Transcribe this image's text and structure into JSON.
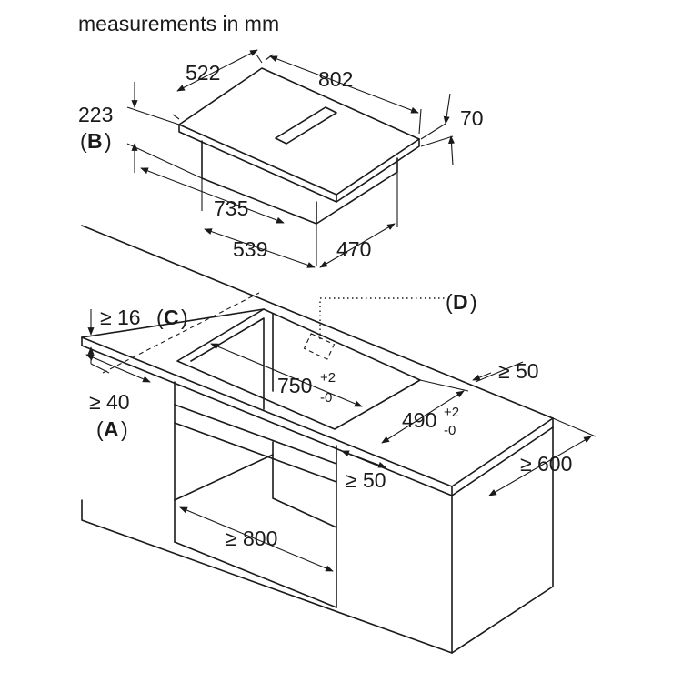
{
  "title": "measurements in mm",
  "hob": {
    "depth": "522",
    "width": "802",
    "height_total": "223",
    "height_total_ref": "B",
    "glass_thickness": "70",
    "housing_width": "735",
    "housing_depth_front": "539",
    "housing_depth_side": "470"
  },
  "cutout": {
    "min_front_edge": "≥ 16",
    "min_front_edge_ref": "C",
    "min_worktop_front": "≥ 40",
    "min_worktop_front_ref": "A",
    "cutout_width": "750",
    "cutout_width_tol_plus": "+2",
    "cutout_width_tol_minus": "-0",
    "cutout_depth": "490",
    "cutout_depth_tol_plus": "+2",
    "cutout_depth_tol_minus": "-0",
    "min_rear_distance": "≥ 50",
    "min_worktop_depth": "≥ 600",
    "min_below_distance": "≥ 50",
    "min_cabinet_width": "≥ 800",
    "detail_ref": "D"
  },
  "paren_open": "(",
  "paren_close": ")"
}
